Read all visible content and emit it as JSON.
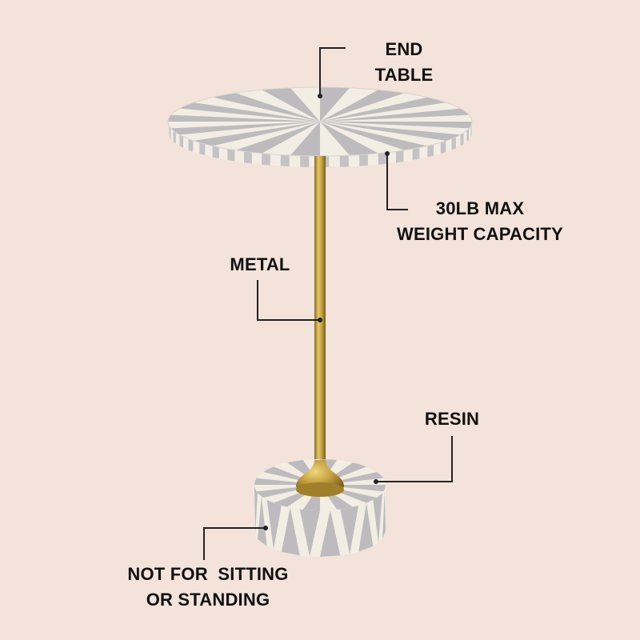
{
  "colors": {
    "background": "#f3e3da",
    "ivory": "#f2eee4",
    "gray": "#bdbbbd",
    "brass": "#c9a84a",
    "text": "#111111"
  },
  "callouts": {
    "end_table": {
      "line1": "END",
      "line2": "TABLE"
    },
    "weight": {
      "line1": "30LB MAX",
      "line2": "WEIGHT CAPACITY"
    },
    "metal": {
      "line1": "METAL"
    },
    "resin": {
      "line1": "RESIN"
    },
    "warning": {
      "line1": "NOT FOR  SITTING",
      "line2": "OR STANDING"
    }
  }
}
